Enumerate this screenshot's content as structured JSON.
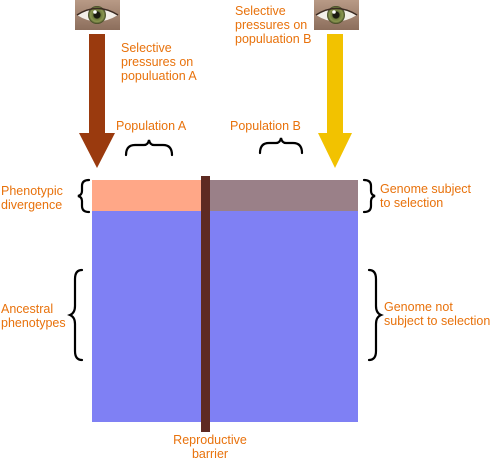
{
  "labels": {
    "pressure_a": [
      "Selective",
      "pressures on",
      "populuation A"
    ],
    "pressure_b": [
      "Selective",
      "pressures on",
      "populuation B"
    ],
    "population_a": "Population A",
    "population_b": "Population B",
    "phenotypic_divergence": [
      "Phenotypic",
      "divergence"
    ],
    "genome_subject": [
      "Genome subject",
      "to selection"
    ],
    "ancestral_phenotypes": [
      "Ancestral",
      "phenotypes"
    ],
    "genome_not_subject": [
      "Genome not",
      "subject to selection"
    ],
    "reproductive_barrier": [
      "Reproductive",
      "barrier"
    ]
  },
  "icons": {
    "eye_a": "eye-icon",
    "eye_b": "eye-icon"
  },
  "colors": {
    "label_text": "#e8720c",
    "arrow_a": "#9a3a0e",
    "arrow_b": "#f2c200",
    "pop_a_divergence": "#ffa787",
    "pop_b_divergence": "#9a8088",
    "genome_block": "#7f80f4",
    "barrier": "#5e2a22"
  }
}
